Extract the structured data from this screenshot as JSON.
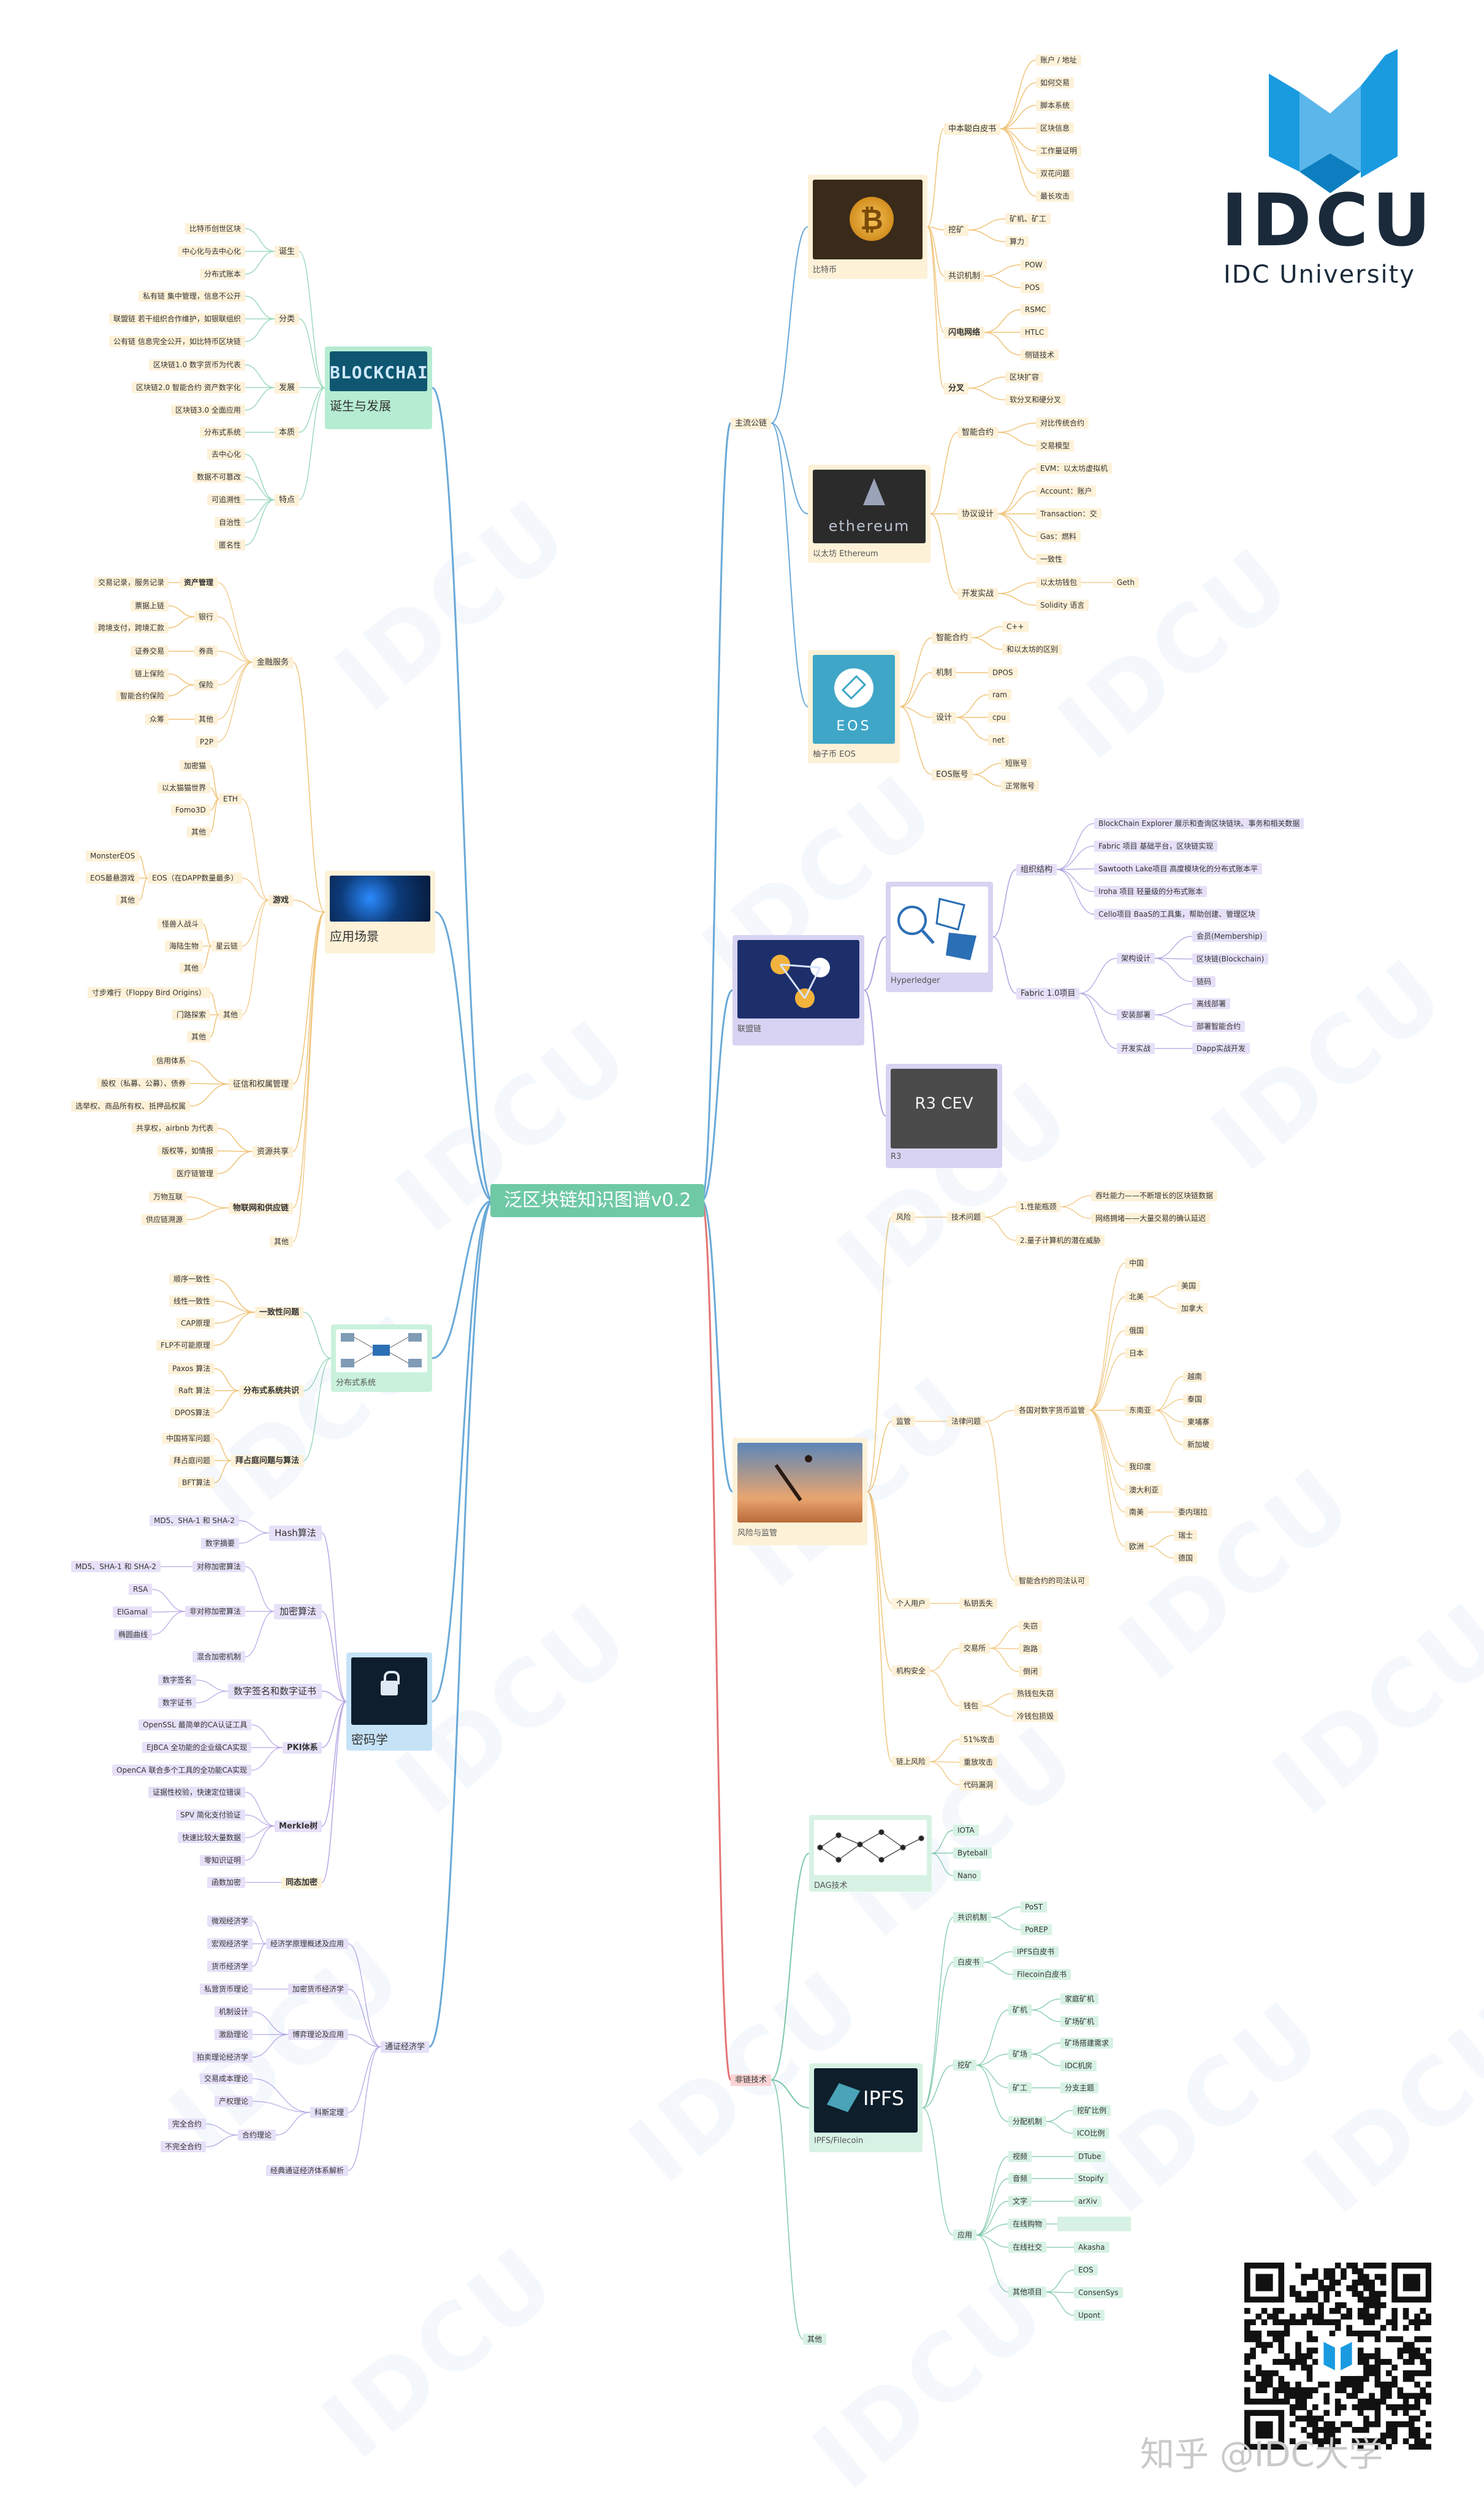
{
  "title": "泛区块链知识图谱v0.2",
  "brand": {
    "logo_text": "IDCU",
    "logo_sub": "IDC University",
    "zhihu_mark": "知乎 @IDC大学"
  },
  "watermark_text": "IDCU",
  "colors": {
    "root_bg": "#6fc9a5",
    "leaf_bg": "#fdf1d8",
    "line_blue": "#7fb0d6",
    "line_red": "#e47474",
    "line_green": "#7ec8a8",
    "line_orange": "#f0b868",
    "line_purple": "#a898d8",
    "logo_blue": "#1a9be0",
    "logo_dark": "#1b2a3a"
  },
  "left": {
    "birth": {
      "label": "诞生与发展",
      "banner": "BLOCKCHAIN",
      "groups": [
        {
          "label": "诞生",
          "items": [
            "比特币创世区块",
            "中心化与去中心化",
            "分布式账本"
          ]
        },
        {
          "label": "分类",
          "items": [
            "私有链 集中管理，信息不公开",
            "联盟链 若干组织合作维护，如银联组织",
            "公有链 信息完全公开，如比特币区块链"
          ]
        },
        {
          "label": "发展",
          "items": [
            "区块链1.0 数字货币为代表",
            "区块链2.0 智能合约 资产数字化",
            "区块链3.0 全面应用"
          ]
        },
        {
          "label": "本质",
          "items": [
            "分布式系统"
          ]
        },
        {
          "label": "特点",
          "items": [
            "去中心化",
            "数据不可篡改",
            "可追溯性",
            "自治性",
            "匿名性"
          ]
        }
      ]
    },
    "apps": {
      "label": "应用场景",
      "finance": {
        "label": "金融服务",
        "asset": "资产管理",
        "asset_items": [
          "交易记录，服务记录"
        ],
        "bank": "银行",
        "bank_items": [
          "票据上链",
          "跨境支付，跨境汇款"
        ],
        "securities": "券商",
        "securities_items": [
          "证券交易"
        ],
        "insurance": "保险",
        "insurance_items": [
          "链上保险",
          "智能合约保险"
        ],
        "other": "其他",
        "other_items": [
          "众筹"
        ],
        "p2p": "P2P"
      },
      "game": {
        "label": "游戏",
        "eth": "ETH",
        "eth_items": [
          "加密猫",
          "以太猫猫世界",
          "Fomo3D",
          "其他"
        ],
        "eos": "EOS（在DAPP数量最多）",
        "eos_items": [
          "MonsterEOS",
          "EOS最悬游戏",
          "其他"
        ],
        "xing": "星云链",
        "xing_items": [
          "怪兽人战斗",
          "海陆生物",
          "其他"
        ],
        "other": "其他",
        "other_items": [
          "寸步难行（Floppy Bird Origins）",
          "门路探索",
          "其他"
        ]
      },
      "cert": {
        "label": "征信和权属管理",
        "items": [
          "信用体系",
          "股权（私募、公募）、债券",
          "选举权、商品所有权、抵押品权属"
        ]
      },
      "share": {
        "label": "资源共享",
        "items": [
          "共享权，airbnb 为代表",
          "版权等，如情报",
          "医疗链管理"
        ]
      },
      "iot": {
        "label": "物联网和供应链",
        "items": [
          "万物互联",
          "供应链溯源"
        ]
      },
      "other": "其他"
    },
    "dist": {
      "label": "分布式系统",
      "groups": [
        {
          "label": "一致性问题",
          "items": [
            "顺序一致性",
            "线性一致性",
            "CAP原理",
            "FLP不可能原理"
          ]
        },
        {
          "label": "分布式系统共识",
          "items": [
            "Paxos 算法",
            "Raft 算法",
            "DPOS算法"
          ]
        },
        {
          "label": "拜占庭问题与算法",
          "items": [
            "中国将军问题",
            "拜占庭问题",
            "BFT算法"
          ]
        }
      ]
    },
    "crypto": {
      "label": "密码学",
      "hash": {
        "label": "Hash算法",
        "items": [
          "MD5、SHA-1 和 SHA-2",
          "数字摘要"
        ]
      },
      "enc": {
        "label": "加密算法",
        "sym": "对称加密算法",
        "sym_items": [
          "MD5、SHA-1 和 SHA-2"
        ],
        "asym": "非对称加密算法",
        "asym_items": [
          "RSA",
          "ElGamal",
          "椭圆曲线"
        ],
        "mix": "混合加密机制"
      },
      "sig": {
        "label": "数字签名和数字证书",
        "items": [
          "数字签名",
          "数字证书"
        ]
      },
      "pki": {
        "label": "PKI体系",
        "items": [
          "OpenSSL 最简单的CA认证工具",
          "EJBCA 全功能的企业级CA实现",
          "OpenCA 联合多个工具的全功能CA实现"
        ]
      },
      "merkle": {
        "label": "Merkle树",
        "items": [
          "证据性校验，快速定位错误",
          "SPV 简化支付验证",
          "快速比较大量数据",
          "零知识证明"
        ]
      },
      "homo": {
        "label": "同态加密",
        "items": [
          "函数加密"
        ]
      }
    },
    "econ": {
      "label": "通证经济学",
      "groups": [
        {
          "label": "经济学原理概述及应用",
          "items": [
            "微观经济学",
            "宏观经济学",
            "货币经济学"
          ]
        },
        {
          "label": "加密货币经济学",
          "items": [
            "私营货币理论"
          ]
        },
        {
          "label": "博弈理论及应用",
          "items": [
            "机制设计",
            "激励理论",
            "拍卖理论经济学"
          ]
        },
        {
          "label": "科斯定理",
          "items": [
            "交易成本理论",
            "产权理论"
          ],
          "sub": "合约理论",
          "sub_items": [
            "完全合约",
            "不完全合约"
          ]
        },
        {
          "label": "经典通证经济体系解析",
          "items": []
        }
      ]
    }
  },
  "right": {
    "main": {
      "label": "主流公链",
      "btc": {
        "caption": "比特币",
        "whitepaper": "中本聪白皮书",
        "wp_items": [
          "账户 / 地址",
          "如何交易",
          "脚本系统",
          "区块信息",
          "工作量证明",
          "双花问题",
          "最长攻击"
        ],
        "mining": "挖矿",
        "mining_items": [
          "矿机、矿工",
          "算力"
        ],
        "consensus": "共识机制",
        "consensus_items": [
          "POW",
          "POS"
        ],
        "lightning": "闪电网络",
        "lightning_items": [
          "RSMC",
          "HTLC",
          "侧链技术"
        ],
        "fork": "分叉",
        "fork_items": [
          "区块扩容",
          "软分叉和硬分叉"
        ]
      },
      "eth": {
        "caption": "以太坊 Ethereum",
        "banner": "ethereum",
        "contract": "智能合约",
        "contract_items": [
          "对比传统合约",
          "交易模型"
        ],
        "protocol": "协议设计",
        "protocol_items": [
          "EVM：以太坊虚拟机",
          "Account：账户",
          "Transaction：交",
          "Gas：燃料",
          "一致性"
        ],
        "dev": "开发实战",
        "dev_items": [
          "以太坊钱包",
          "Solidity 语言"
        ],
        "geth": "Geth"
      },
      "eos": {
        "caption": "柚子币 EOS",
        "banner": "EOS",
        "contract": "智能合约",
        "contract_items": [
          "C++",
          "和以太坊的区别"
        ],
        "mech": "机制",
        "mech_items": [
          "DPOS"
        ],
        "design": "设计",
        "design_items": [
          "ram",
          "cpu",
          "net"
        ],
        "account": "EOS账号",
        "account_items": [
          "短账号",
          "正常账号"
        ]
      }
    },
    "alliance": {
      "label": "联盟链",
      "hyper": {
        "caption": "Hyperledger",
        "org": "组织结构",
        "org_items": [
          "BlockChain Explorer 展示和查询区块链块、事务和相关数据",
          "Fabric 项目 基础平台，区块链实现",
          "Sawtooth Lake项目 高度模块化的分布式账本平",
          "Iroha 项目 轻量级的分布式账本",
          "Cello项目 BaaS的工具集，帮助创建、管理区块"
        ],
        "fabric": "Fabric 1.0项目",
        "arch": "架构设计",
        "arch_items": [
          "会员(Membership)",
          "区块链(Blockchain)",
          "链码"
        ],
        "deploy": "安装部署",
        "deploy_items": [
          "离线部署",
          "部署智能合约"
        ],
        "devw": "开发实战",
        "devw_items": [
          "Dapp实战开发"
        ]
      },
      "r3": {
        "caption": "R3",
        "banner": "R3 CEV"
      }
    },
    "risk": {
      "label": "风险与监管",
      "riskg": "风险",
      "tech": "技术问题",
      "perf": "1.性能瓶颈",
      "perf_items": [
        "吞吐能力——不断增长的区块链数据",
        "网络拥堵——大量交易的确认延迟"
      ],
      "quantum": "2.量子计算机的潜在威胁",
      "reg": "监管",
      "law": "法律问题",
      "country": "各国对数字货币监管",
      "cn": "中国",
      "us": "北美",
      "us_items": [
        "美国",
        "加拿大"
      ],
      "ru": "俄国",
      "jp": "日本",
      "sea": "东南亚",
      "sea_items": [
        "越南",
        "泰国",
        "柬埔寨",
        "新加坡"
      ],
      "in": "我印度",
      "au": "澳大利亚",
      "sa": "南美",
      "sa_items": [
        "委内瑞拉"
      ],
      "eu": "欧洲",
      "eu_items": [
        "瑞士",
        "德国"
      ],
      "contract_law": "智能合约的司法认可",
      "personal": "个人用户",
      "personal_items": [
        "私钥丢失"
      ],
      "institution": "机构安全",
      "exchange": "交易所",
      "exchange_items": [
        "失窃",
        "跑路",
        "倒闭"
      ],
      "wallet": "钱包",
      "wallet_items": [
        "热钱包失窃",
        "冷钱包损毁"
      ],
      "chain": "链上风险",
      "chain_items": [
        "51%攻击",
        "重放攻击",
        "代码漏洞"
      ]
    },
    "nonchain": {
      "label": "非链技术",
      "dag": {
        "caption": "DAG技术",
        "items": [
          "IOTA",
          "Byteball",
          "Nano"
        ]
      },
      "ipfs": {
        "caption": "IPFS/Filecoin",
        "banner": "IPFS",
        "cons": "共识机制",
        "cons_items": [
          "PoST",
          "PoREP"
        ],
        "wp": "白皮书",
        "wp_items": [
          "IPFS白皮书",
          "Filecoin白皮书"
        ],
        "mining": "挖矿",
        "machine": "矿机",
        "machine_items": [
          "家庭矿机",
          "矿场矿机"
        ],
        "farm": "矿场",
        "farm_items": [
          "矿场搭建需求",
          "IDC机房"
        ],
        "worker": "矿工",
        "worker_items": [
          "分支主题"
        ],
        "dist": "分配机制",
        "dist_items": [
          "挖矿比例",
          "ICO比例"
        ],
        "apps": "应用",
        "video": "视频",
        "video_items": [
          "DTube"
        ],
        "music": "音频",
        "music_items": [
          "Stopify"
        ],
        "text": "文字",
        "text_items": [
          "arXiv"
        ],
        "shop": "在线购物",
        "social": "在线社交",
        "social_items": [
          "Akasha"
        ],
        "other": "其他项目",
        "other_items": [
          "EOS",
          "ConsenSys",
          "Upont"
        ]
      }
    },
    "other": "其他"
  }
}
